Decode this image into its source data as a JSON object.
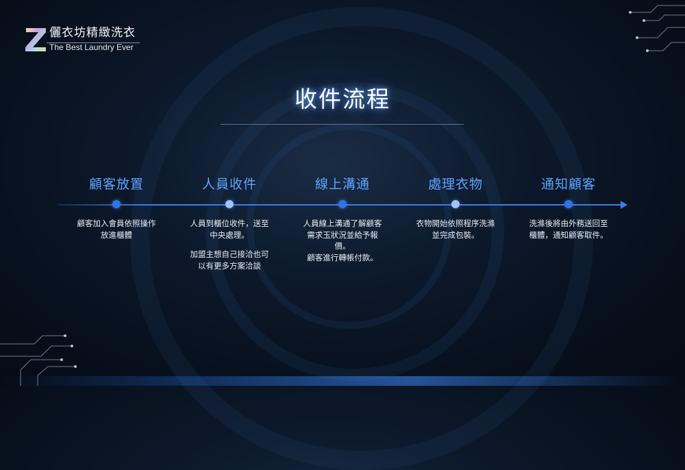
{
  "brand": {
    "name": "儷衣坊精緻洗衣",
    "tagline": "The Best Laundry Ever"
  },
  "title": "收件流程",
  "colors": {
    "accent": "#3f7de8",
    "step_title": "#5fa4ff",
    "background": "#0a1525"
  },
  "steps": [
    {
      "title": "顧客放置",
      "desc": [
        "顧客加入會員依照操作放進櫃體"
      ]
    },
    {
      "title": "人員收件",
      "desc": [
        "人員到櫃位收件，送至中央處理。",
        "加盟主想自己接洽也可以有更多方案洽談"
      ]
    },
    {
      "title": "線上溝通",
      "desc": [
        "人員線上溝通了解顧客需求玉狀況並給予報價。",
        "顧客進行轉帳付款。"
      ]
    },
    {
      "title": "處理衣物",
      "desc": [
        "衣物開始依照程序洗滌並完成包裝。"
      ]
    },
    {
      "title": "通知顧客",
      "desc": [
        "洗滌後將由外務送回至櫃體，通知顧客取件。"
      ]
    }
  ]
}
